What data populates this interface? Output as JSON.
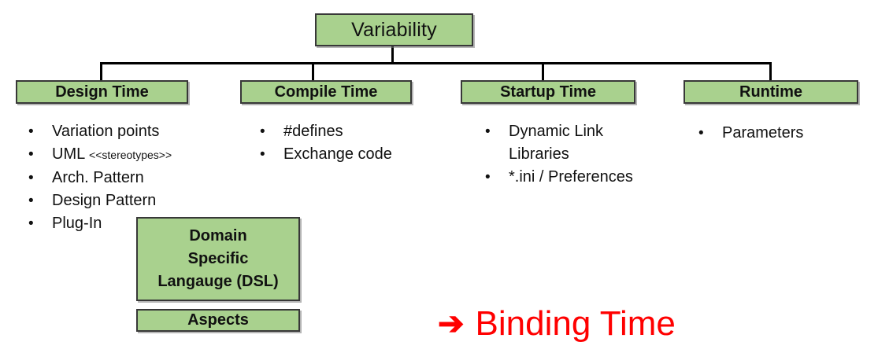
{
  "root": {
    "label": "Variability"
  },
  "branches": [
    {
      "label": "Design Time",
      "items": [
        {
          "text": "Variation points"
        },
        {
          "text": "UML ",
          "suffix": "<<stereotypes>>"
        },
        {
          "text": "Arch. Pattern"
        },
        {
          "text": "Design Pattern"
        },
        {
          "text": "Plug-In"
        }
      ]
    },
    {
      "label": "Compile Time",
      "items": [
        {
          "text": "#defines"
        },
        {
          "text": "Exchange code"
        }
      ]
    },
    {
      "label": "Startup Time",
      "items": [
        {
          "text": "Dynamic Link Libraries"
        },
        {
          "text": "*.ini / Preferences"
        }
      ]
    },
    {
      "label": "Runtime",
      "items": [
        {
          "text": "Parameters"
        }
      ]
    }
  ],
  "extra_boxes": {
    "dsl": {
      "lines": [
        "Domain",
        "Specific",
        "Langauge (DSL)"
      ]
    },
    "aspects": {
      "label": "Aspects"
    }
  },
  "annotation": {
    "arrow_icon": "➔",
    "label": "Binding Time"
  },
  "colors": {
    "box_fill": "#a9d18e",
    "box_border": "#383838",
    "connector": "#000000",
    "annotation_red": "#ff0000",
    "text": "#111111"
  }
}
